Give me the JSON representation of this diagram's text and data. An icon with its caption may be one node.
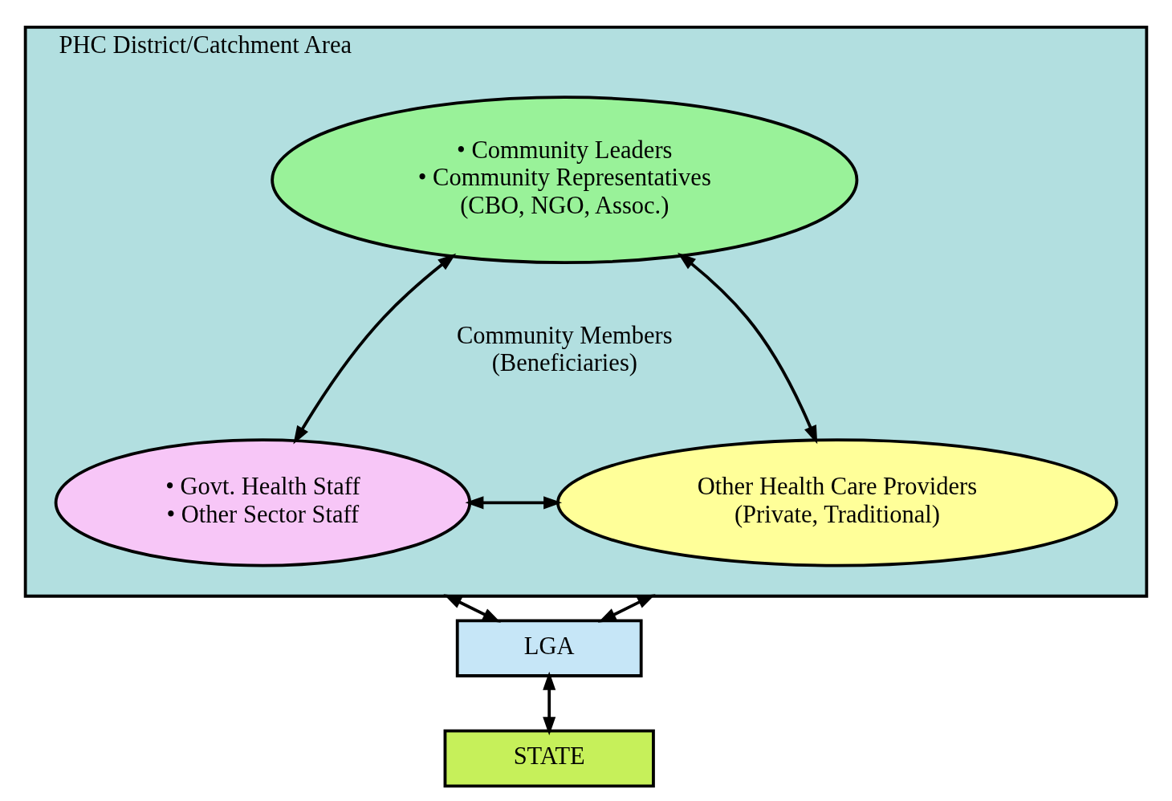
{
  "diagram": {
    "nodes": [
      {
        "text": [
          "PHC District/Catchment Area"
        ]
      },
      {
        "text": [
          "• Community Leaders",
          "• Community Representatives",
          "(CBO, NGO, Assoc.)"
        ],
        "in": 0
      },
      {
        "text": [
          "• Govt. Health Staff",
          "• Other Sector Staff"
        ],
        "in": 0
      },
      {
        "text": [
          "Other Health Care Providers",
          "(Private, Traditional)"
        ],
        "in": 0
      },
      {
        "text": [
          "LGA"
        ]
      },
      {
        "text": [
          "STATE"
        ]
      }
    ],
    "edges": [
      {
        "from": 1,
        "to": 2,
        "arrow": "both"
      },
      {
        "from": 1,
        "to": 3,
        "arrow": "both"
      },
      {
        "from": 2,
        "to": 3,
        "arrow": "both"
      },
      {
        "from": 0,
        "to": 4,
        "arrow": "both"
      },
      {
        "from": 0,
        "to": 4,
        "arrow": "both"
      },
      {
        "from": 4,
        "to": 5,
        "arrow": "both"
      }
    ],
    "labels": [
      "Community Members (Beneficiaries)"
    ]
  }
}
